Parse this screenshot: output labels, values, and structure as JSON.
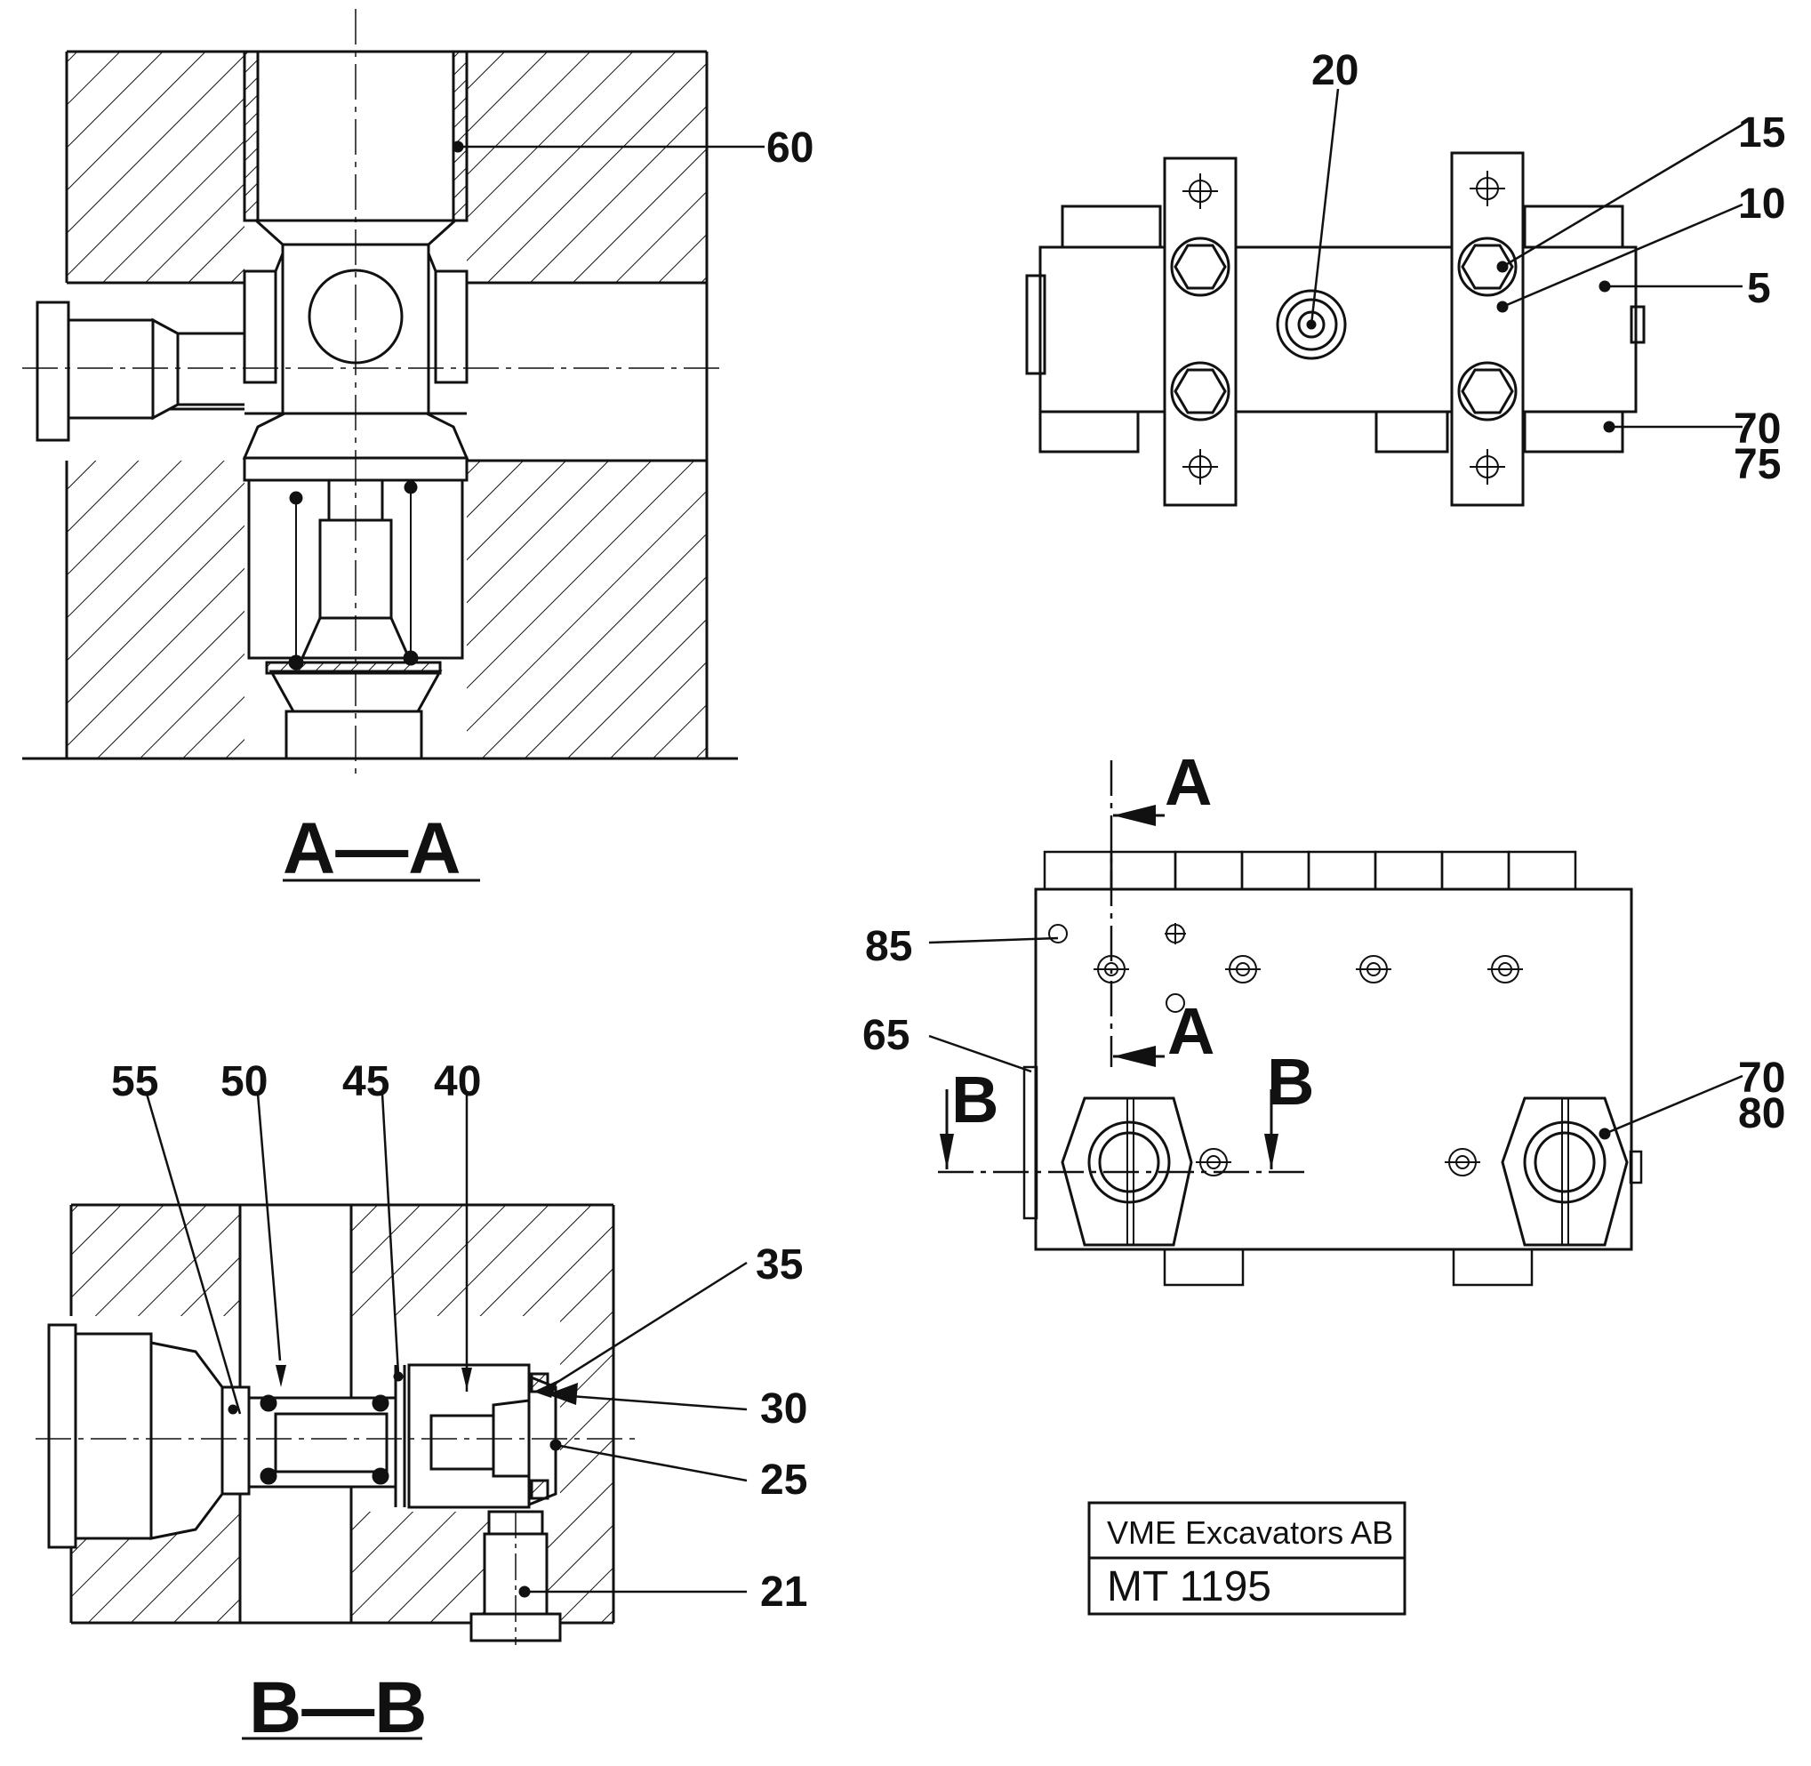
{
  "title_block": {
    "company": "VME Excavators AB",
    "drawing_no": "MT 1195"
  },
  "sections": {
    "aa": "A—A",
    "bb": "B—B"
  },
  "section_arrows": {
    "a": "A",
    "b": "B"
  },
  "callouts": {
    "c60": "60",
    "c20": "20",
    "c15": "15",
    "c10": "10",
    "c5": "5",
    "c70": "70",
    "c75": "75",
    "c85": "85",
    "c65": "65",
    "c80": "80",
    "c55": "55",
    "c50": "50",
    "c45": "45",
    "c40": "40",
    "c35": "35",
    "c30": "30",
    "c25": "25",
    "c21": "21"
  }
}
